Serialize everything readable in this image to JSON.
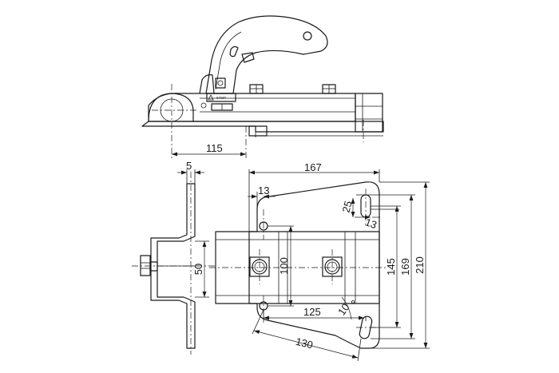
{
  "dimensions": {
    "d115": "115",
    "d5": "5",
    "d50": "50",
    "d167": "167",
    "d13_top": "13",
    "d25": "25",
    "d13_right": "13",
    "d100": "100",
    "d145": "145",
    "d169": "169",
    "d210": "210",
    "d125": "125",
    "d10": "10",
    "d130": "130"
  },
  "label": {
    "stop": "STOP"
  }
}
